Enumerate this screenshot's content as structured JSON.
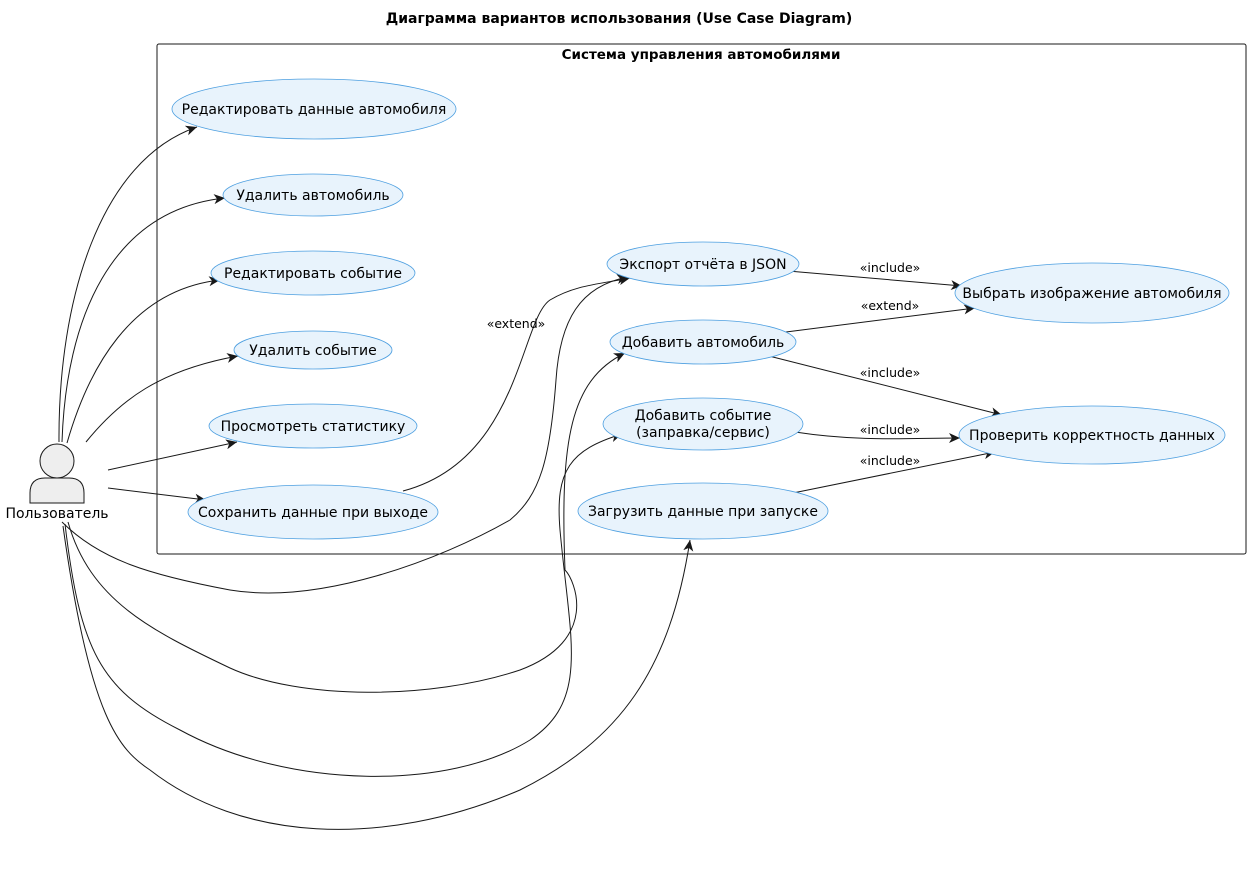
{
  "diagram": {
    "title": "Диаграмма вариантов использования (Use Case Diagram)",
    "system_title": "Система управления автомобилями",
    "actor": {
      "label": "Пользователь"
    },
    "colors": {
      "usecase_fill": "#e8f3fc",
      "usecase_border": "#4d9fe0",
      "line": "#181818",
      "actor_fill": "#eeeeee"
    },
    "use_cases": [
      {
        "id": "edit_car",
        "lines": [
          "Редактировать данные автомобиля"
        ]
      },
      {
        "id": "delete_car",
        "lines": [
          "Удалить автомобиль"
        ]
      },
      {
        "id": "edit_event",
        "lines": [
          "Редактировать событие"
        ]
      },
      {
        "id": "delete_event",
        "lines": [
          "Удалить событие"
        ]
      },
      {
        "id": "stats",
        "lines": [
          "Просмотреть статистику"
        ]
      },
      {
        "id": "save_exit",
        "lines": [
          "Сохранить данные при выходе"
        ]
      },
      {
        "id": "export_json",
        "lines": [
          "Экспорт отчёта в JSON"
        ]
      },
      {
        "id": "add_car",
        "lines": [
          "Добавить автомобиль"
        ]
      },
      {
        "id": "add_event",
        "lines": [
          "Добавить событие",
          "(заправка/сервис)"
        ]
      },
      {
        "id": "load_start",
        "lines": [
          "Загрузить данные при запуске"
        ]
      },
      {
        "id": "choose_image",
        "lines": [
          "Выбрать изображение автомобиля"
        ]
      },
      {
        "id": "validate",
        "lines": [
          "Проверить корректность данных"
        ]
      }
    ],
    "relations": [
      {
        "from": "export_json",
        "to": "choose_image",
        "label": "«include»"
      },
      {
        "from": "add_car",
        "to": "choose_image",
        "label": "«extend»"
      },
      {
        "from": "add_car",
        "to": "validate",
        "label": "«include»"
      },
      {
        "from": "add_event",
        "to": "validate",
        "label": "«include»"
      },
      {
        "from": "load_start",
        "to": "validate",
        "label": "«include»"
      },
      {
        "from": "save_exit",
        "to": "export_json",
        "label": "«extend»"
      }
    ]
  }
}
